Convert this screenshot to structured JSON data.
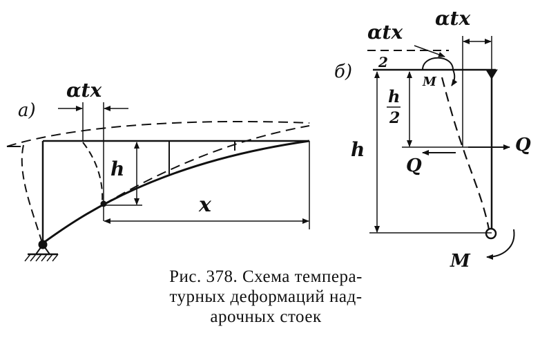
{
  "figure": {
    "panel_a": {
      "panel_label": "a)",
      "alpha_label": "αtx",
      "h_label": "h",
      "x_label": "x"
    },
    "panel_b": {
      "panel_label": "б)",
      "alpha_top": "αtx",
      "alpha_left": "αtx",
      "two_label": "2",
      "h_label": "h",
      "h_num": "h",
      "h_den": "2",
      "M_top": "M",
      "M_bottom": "M",
      "Q_right": "Q",
      "Q_left": "Q"
    },
    "caption": {
      "line1": "Рис. 378. Схема темпера-",
      "line2": "турных деформаций над-",
      "line3": "арочных стоек"
    }
  }
}
